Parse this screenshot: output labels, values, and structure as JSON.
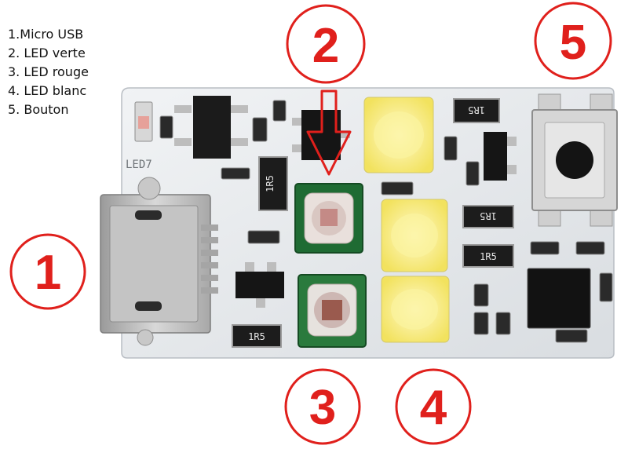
{
  "legend": [
    "1.Micro USB",
    "2. LED verte",
    "3. LED rouge",
    "4. LED blanc",
    "5. Bouton"
  ],
  "callouts": [
    {
      "label": "1",
      "part": "Micro USB"
    },
    {
      "label": "2",
      "part": "LED verte"
    },
    {
      "label": "3",
      "part": "LED rouge"
    },
    {
      "label": "4",
      "part": "LED blanc"
    },
    {
      "label": "5",
      "part": "Bouton"
    }
  ],
  "silkscreen": {
    "led_ref": "LED7",
    "resistor_marks": [
      "1R5",
      "1R5",
      "1R5",
      "1R5",
      "1R5"
    ]
  },
  "colors": {
    "callout": "#e0201c",
    "board": "#e9ecef",
    "led_white": "#f6ec7a",
    "led_pcb": "#2e7d3e",
    "connector": "#b9b9b9",
    "chip": "#1a1a1a"
  }
}
